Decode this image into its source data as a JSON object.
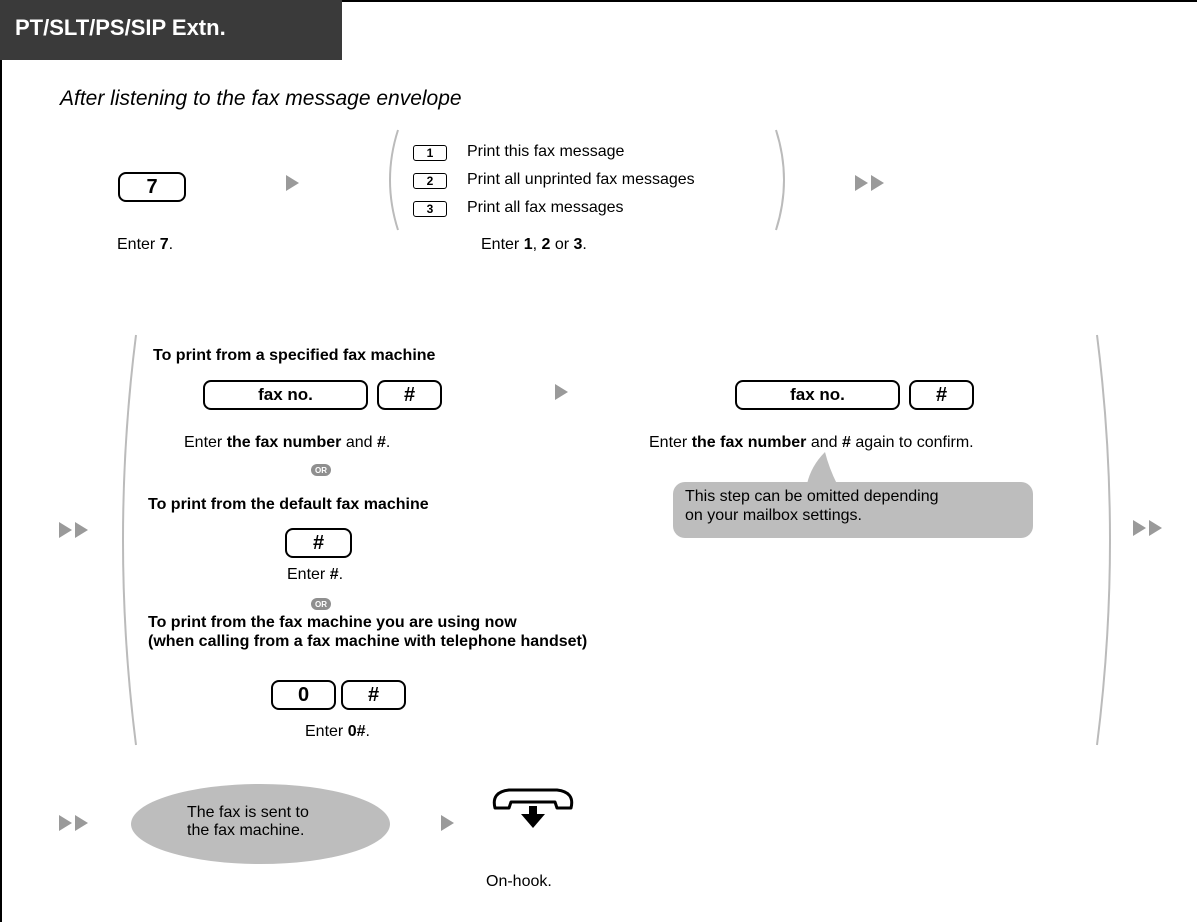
{
  "header": {
    "title": "PT/SLT/PS/SIP Extn."
  },
  "subtitle": "After listening to the fax message envelope",
  "step1": {
    "key": "7",
    "caption_prefix": "Enter ",
    "caption_bold": "7",
    "caption_suffix": "."
  },
  "options": {
    "items": [
      {
        "key": "1",
        "label": "Print this fax message"
      },
      {
        "key": "2",
        "label": "Print all unprinted fax messages"
      },
      {
        "key": "3",
        "label": "Print all fax messages"
      }
    ],
    "caption_prefix": "Enter ",
    "caption_b1": "1",
    "caption_sep": ", ",
    "caption_b2": "2",
    "caption_or": " or ",
    "caption_b3": "3",
    "caption_suffix": "."
  },
  "specified": {
    "heading": "To print from a specified fax machine",
    "fax_key": "fax no.",
    "hash_key": "#",
    "caption_prefix": "Enter ",
    "caption_bold": "the fax number",
    "caption_mid": " and ",
    "caption_hash": "#",
    "caption_suffix": ".",
    "confirm_fax_key": "fax no.",
    "confirm_hash_key": "#",
    "confirm_prefix": "Enter ",
    "confirm_bold": "the fax number",
    "confirm_mid": " and ",
    "confirm_hash": "#",
    "confirm_suffix": " again to confirm.",
    "note_line1": "This step can be omitted depending",
    "note_line2": "on your mailbox settings."
  },
  "or_label": "OR",
  "default": {
    "heading": "To print from the default fax machine",
    "hash_key": "#",
    "caption_prefix": "Enter ",
    "caption_bold": "#",
    "caption_suffix": "."
  },
  "current": {
    "heading_line1": "To print from the fax machine you are using now",
    "heading_line2": "(when calling from a fax machine with telephone handset)",
    "zero_key": "0",
    "hash_key": "#",
    "caption_prefix": "Enter ",
    "caption_bold": "0#",
    "caption_suffix": "."
  },
  "result": {
    "line1": "The fax is sent to",
    "line2": "the fax machine."
  },
  "onhook": {
    "caption": "On-hook."
  },
  "colors": {
    "header_bg": "#3a3a3a",
    "arrow": "#9a9a9a",
    "bubble": "#bdbdbd",
    "bracket": "#bbbbbb"
  }
}
